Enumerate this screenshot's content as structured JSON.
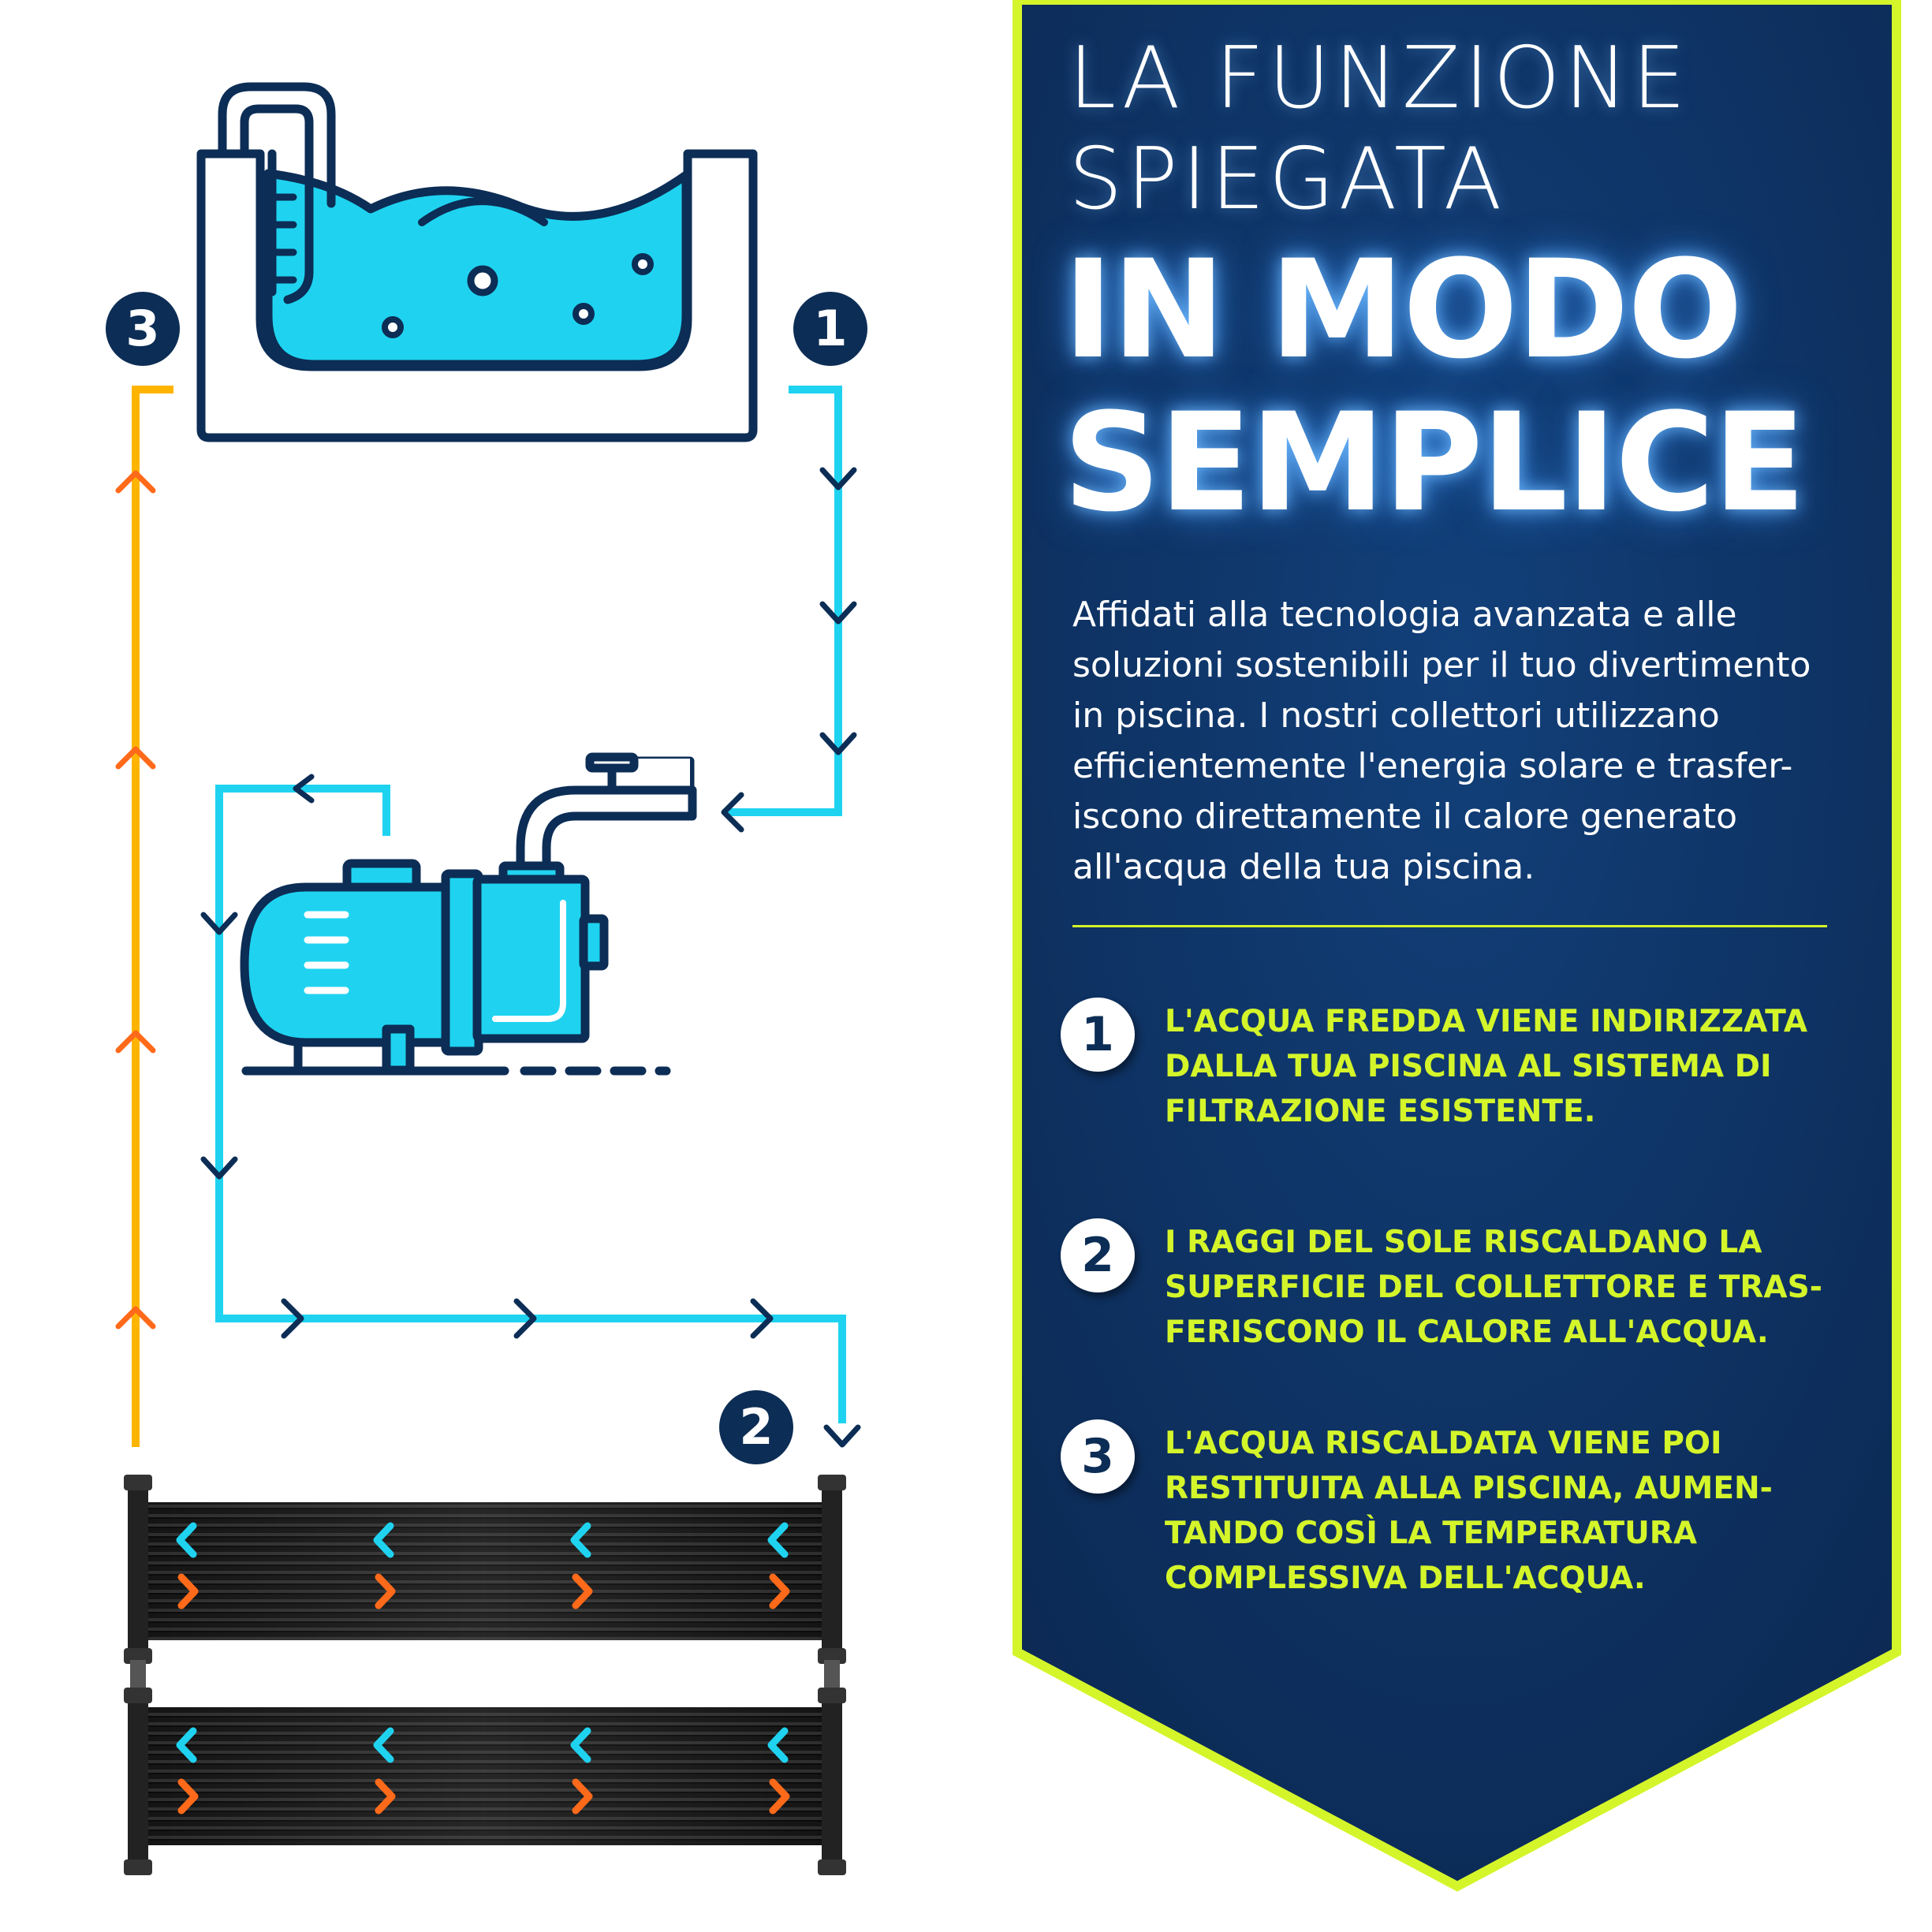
{
  "colors": {
    "navy": "#0c2d55",
    "panel": "#0e2f60",
    "accent_lime": "#d4f52a",
    "cold_water": "#1fd3f0",
    "hot_water": "#ffb400",
    "hot_arrow": "#ff6a1a",
    "collector": "#1a1a1a"
  },
  "title": {
    "line1": "LA FUNZIONE",
    "line2": "SPIEGATA",
    "line3": "IN MODO",
    "line4": "SEMPLICE"
  },
  "intro": "Affidati alla tecnologia avanzata e alle soluzioni sostenibili per il tuo divertimento in piscina. I nostri collettori utilizzano efficientemente l'energia solare e trasfer- iscono direttamente il calore generato all'acqua della tua piscina.",
  "steps": [
    {
      "number": "1",
      "text": "L'ACQUA FREDDA VIENE INDIRIZZATA DALLA TUA PISCINA AL SISTEMA DI FILTRAZIONE ESISTENTE."
    },
    {
      "number": "2",
      "text": "I RAGGI DEL SOLE RISCALDANO LA SUPERFICIE DEL COLLETTORE E TRAS- FERISCONO IL CALORE ALL'ACQUA."
    },
    {
      "number": "3",
      "text": "L'ACQUA RISCALDATA VIENE POI RESTITUITA ALLA PISCINA, AUMEN- TANDO COSÌ LA TEMPERATURA COMPLESSIVA DELL'ACQUA."
    }
  ],
  "diagram_markers": {
    "m1": "1",
    "m2": "2",
    "m3": "3"
  },
  "icons": [
    "pool-icon",
    "ladder-icon",
    "pump-icon",
    "solar-collector-icon",
    "flow-arrow-icon"
  ]
}
